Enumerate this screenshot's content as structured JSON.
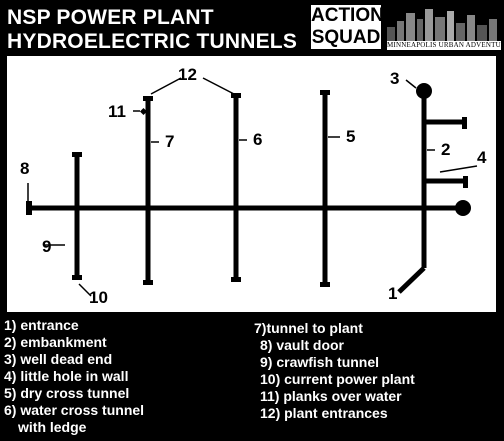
{
  "title": {
    "line1": "NSP POWER PLANT",
    "line2": "HYDROELECTRIC TUNNELS"
  },
  "logo": {
    "word1": "ACTION",
    "word2": "SQUAD",
    "tagline": "MINNEAPOLIS URBAN ADVENTURERS"
  },
  "map_labels": {
    "l1": "1",
    "l2": "2",
    "l3": "3",
    "l4": "4",
    "l5": "5",
    "l6": "6",
    "l7": "7",
    "l8": "8",
    "l9": "9",
    "l10": "10",
    "l11": "11",
    "l12": "12"
  },
  "legend_left": [
    "1) entrance",
    "2) embankment",
    "3) well dead end",
    "4) little hole in wall",
    "5) dry cross tunnel",
    "6) water cross tunnel",
    "with ledge"
  ],
  "legend_right": [
    "7)tunnel to plant",
    "8) vault door",
    "9) crawfish tunnel",
    "10) current power plant",
    "11) planks over water",
    "12) plant entrances"
  ]
}
